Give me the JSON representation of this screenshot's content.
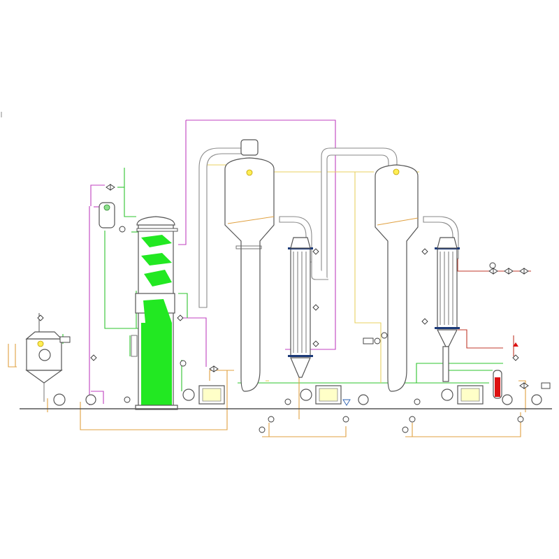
{
  "diagram": {
    "kind": "process-flow-diagram",
    "title": "",
    "colors": {
      "background": "#ffffff",
      "equipment_outline": "#555555",
      "vapor_line": "#b8b8b8",
      "steam_line": "#c040c0",
      "cooling_water_line": "#2ec42e",
      "condensate_line": "#e0a040",
      "product_line": "#e8d060",
      "feed_line": "#c0392b",
      "liquid_fill": "#22e822",
      "indicator": "#22cc22",
      "sight_glass": "#dd1111"
    },
    "equipment": [
      {
        "id": "condensate-tank",
        "icon": "horizontal-tank-icon"
      },
      {
        "id": "vacuum-buffer-tank",
        "icon": "vertical-vessel-icon"
      },
      {
        "id": "spray-condenser-tower",
        "icon": "packed-column-icon"
      },
      {
        "id": "first-effect-separator",
        "icon": "cyclone-separator-icon"
      },
      {
        "id": "first-effect-heater",
        "icon": "tube-bundle-exchanger-icon"
      },
      {
        "id": "second-effect-separator",
        "icon": "cyclone-separator-icon"
      },
      {
        "id": "second-effect-heater",
        "icon": "tube-bundle-exchanger-icon"
      },
      {
        "id": "circulation-pumps",
        "icon": "motor-pump-icon"
      },
      {
        "id": "transfer-pumps",
        "icon": "centrifugal-pump-icon"
      },
      {
        "id": "control-valves",
        "icon": "valve-icon"
      },
      {
        "id": "gauges",
        "icon": "pressure-gauge-icon"
      }
    ]
  }
}
